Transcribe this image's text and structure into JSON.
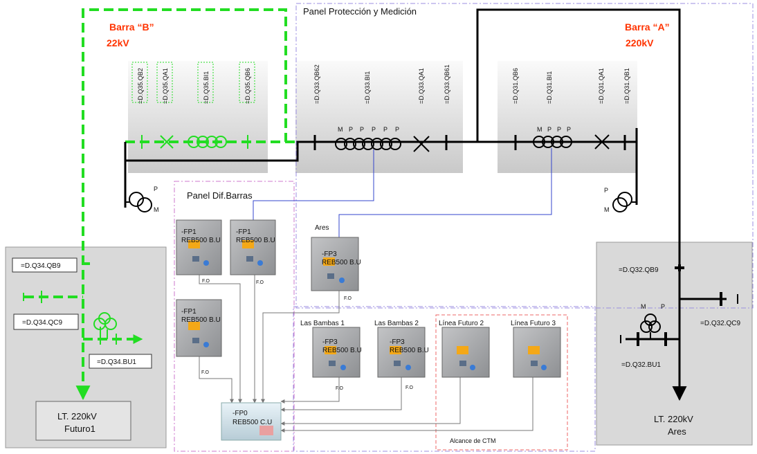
{
  "bus_b": {
    "title": "Barra “B”",
    "voltage": "22kV"
  },
  "bus_a": {
    "title": "Barra “A”",
    "voltage": "220kV"
  },
  "panel_pm": {
    "title": "Panel Protección y Medición"
  },
  "panel_dif": {
    "title": "Panel Dif.Barras"
  },
  "bays": {
    "q35": [
      "=D.Q35.QB2",
      "=D.Q35.QA1",
      "=D.Q35.BI1",
      "=D.Q35.QB6"
    ],
    "q33": [
      "=D.Q33.QB62",
      "=D.Q33.BI1",
      "=D.Q33.QA1",
      "=D.Q33.QB61"
    ],
    "q31": [
      "=D.Q31.QB6",
      "=D.Q31.BI1",
      "=D.Q31.QA1",
      "=D.Q31.QB1"
    ]
  },
  "ct_letters": {
    "q33": [
      "M",
      "P",
      "P",
      "P",
      "P",
      "P"
    ],
    "q31": [
      "M",
      "P",
      "P",
      "P"
    ],
    "pt_left": [
      "P",
      "M"
    ],
    "pt_right": [
      "P",
      "M"
    ],
    "pt_q32": [
      "M",
      "P"
    ]
  },
  "labels": {
    "q34_qb9": "=D.Q34.QB9",
    "q34_qc9": "=D.Q34.QC9",
    "q34_bu1": "=D.Q34.BU1",
    "q32_qb9": "=D.Q32.QB9",
    "q32_qc9": "=D.Q32.QC9",
    "q32_bu1": "=D.Q32.BU1",
    "lt_futuro1_line1": "LT. 220kV",
    "lt_futuro1_line2": "Futuro1",
    "lt_ares_line1": "LT. 220kV",
    "lt_ares_line2": "Ares",
    "ares": "Ares",
    "las_bambas_1": "Las Bambas 1",
    "las_bambas_2": "Las Bambas 2",
    "linea_futuro_2": "Línea Futuro 2",
    "linea_futuro_3": "Línea Futuro 3",
    "alcance": "Alcance de CTM",
    "fo": "F.O"
  },
  "relays": {
    "fp1_a": {
      "name": "-FP1",
      "model": "REB500 B.U"
    },
    "fp1_b": {
      "name": "-FP1",
      "model": "REB500 B.U"
    },
    "fp1_c": {
      "name": "-FP1",
      "model": "REB500 B.U"
    },
    "fp3_ares": {
      "name": "-FP3",
      "model": "REB500 B.U"
    },
    "fp3_lb1": {
      "name": "-FP3",
      "model": "REB500 B.U"
    },
    "fp3_lb2": {
      "name": "-FP3",
      "model": "REB500 B.U"
    },
    "fp0": {
      "name": "-FP0",
      "model": "REB500 C.U"
    }
  },
  "colors": {
    "green": "#22dd22",
    "red_label": "#ff3300",
    "panel_gray": "#d9d9d9",
    "relay": "#a9aaac",
    "lcd": "#f4a817"
  }
}
